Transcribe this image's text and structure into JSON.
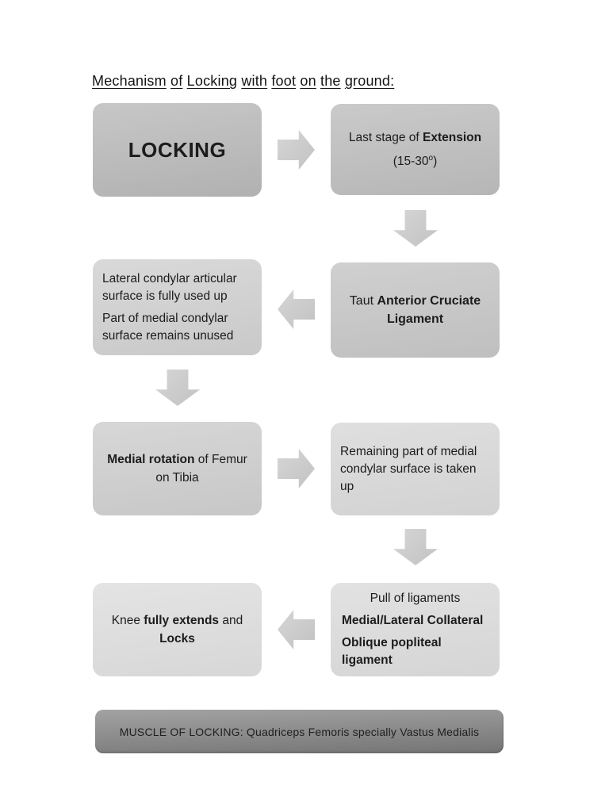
{
  "page": {
    "title": "Mechanism of Locking with foot on the ground:"
  },
  "colors": {
    "background": "#ffffff",
    "text": "#1c1c1c",
    "node_dark_gray": "#b9b9b9",
    "node_light_gray": "#dedede",
    "arrow_gray": "#cccccc",
    "banner_top": "#a3a3a3",
    "banner_bottom": "#747474"
  },
  "flowchart": {
    "nodes": {
      "locking": {
        "lines": [
          {
            "parts": [
              {
                "t": "LOCKING",
                "b": true
              }
            ]
          }
        ]
      },
      "last_stage": {
        "lines": [
          {
            "parts": [
              {
                "t": "Last stage of "
              },
              {
                "t": "Extension",
                "b": true
              }
            ]
          },
          {
            "parts": [
              {
                "t": "(15-30"
              },
              {
                "t": "o",
                "sup": true
              },
              {
                "t": ")"
              }
            ]
          }
        ]
      },
      "lateral_condylar": {
        "lines": [
          {
            "parts": [
              {
                "t": "Lateral condylar articular"
              }
            ]
          },
          {
            "parts": [
              {
                "t": "surface is fully used up"
              }
            ]
          },
          {
            "parts": [
              {
                "t": "Part of medial condylar"
              }
            ],
            "para": true
          },
          {
            "parts": [
              {
                "t": "surface remains unused"
              }
            ]
          }
        ]
      },
      "taut_acl": {
        "lines": [
          {
            "parts": [
              {
                "t": "Taut "
              },
              {
                "t": "Anterior Cruciate",
                "b": true
              }
            ]
          },
          {
            "parts": [
              {
                "t": "Ligament",
                "b": true
              }
            ]
          }
        ]
      },
      "medial_rotation": {
        "lines": [
          {
            "parts": [
              {
                "t": "Medial rotation",
                "b": true
              },
              {
                "t": " of Femur"
              }
            ]
          },
          {
            "parts": [
              {
                "t": "on Tibia"
              }
            ]
          }
        ]
      },
      "remaining_part": {
        "lines": [
          {
            "parts": [
              {
                "t": "Remaining part of medial"
              }
            ]
          },
          {
            "parts": [
              {
                "t": "condylar surface is taken"
              }
            ]
          },
          {
            "parts": [
              {
                "t": "up"
              }
            ]
          }
        ]
      },
      "knee_locks": {
        "lines": [
          {
            "parts": [
              {
                "t": "Knee "
              },
              {
                "t": "fully extends",
                "b": true
              },
              {
                "t": " and"
              }
            ]
          },
          {
            "parts": [
              {
                "t": "Locks",
                "b": true
              }
            ]
          }
        ]
      },
      "pull_ligaments": {
        "lines": [
          {
            "parts": [
              {
                "t": "Pull of ligaments"
              }
            ],
            "align": "center"
          },
          {
            "parts": [
              {
                "t": "Medial/Lateral Collateral",
                "b": true
              }
            ],
            "para": true
          },
          {
            "parts": [
              {
                "t": "Oblique popliteal",
                "b": true
              }
            ],
            "para": true
          },
          {
            "parts": [
              {
                "t": "ligament",
                "b": true
              }
            ]
          }
        ]
      }
    }
  },
  "banner": {
    "text": "MUSCLE OF LOCKING: Quadriceps Femoris specially Vastus Medialis"
  }
}
